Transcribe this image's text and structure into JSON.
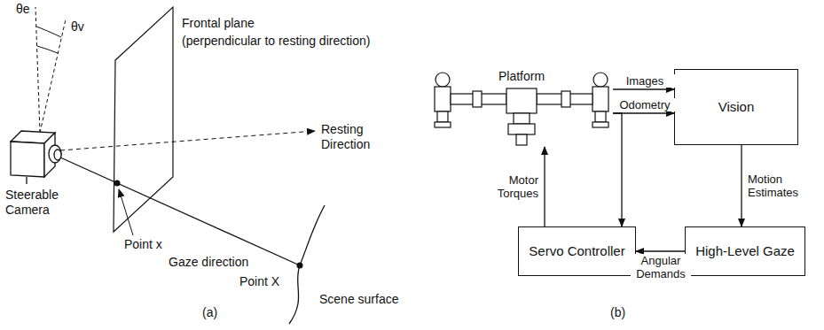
{
  "diagram": {
    "nodes": [
      {
        "text": [
          "Platform"
        ]
      },
      {
        "text": [
          "Vision"
        ]
      },
      {
        "text": [
          "High-Level Gaze"
        ]
      },
      {
        "text": [
          "Servo Controller"
        ]
      }
    ],
    "edges": [
      {
        "from": 0,
        "to": 1,
        "label": "Images",
        "arrow": "to"
      },
      {
        "from": 0,
        "to": 1,
        "label": "Odometry",
        "arrow": "to"
      },
      {
        "from": 0,
        "to": 3,
        "arrow": "to"
      },
      {
        "from": 1,
        "to": 2,
        "label": "Motion Estimates",
        "arrow": "to"
      },
      {
        "from": 2,
        "to": 3,
        "label": "Angular Demands",
        "arrow": "to"
      },
      {
        "from": 3,
        "to": 0,
        "label": "Motor Torques",
        "arrow": "to"
      }
    ],
    "labels": [
      "θe",
      "θv",
      "Frontal plane",
      "(perpendicular to resting direction)",
      "Steerable Camera",
      "Resting Direction",
      "Point x",
      "Gaze direction",
      "Point X",
      "Scene surface",
      "(a)",
      "(b)"
    ]
  }
}
